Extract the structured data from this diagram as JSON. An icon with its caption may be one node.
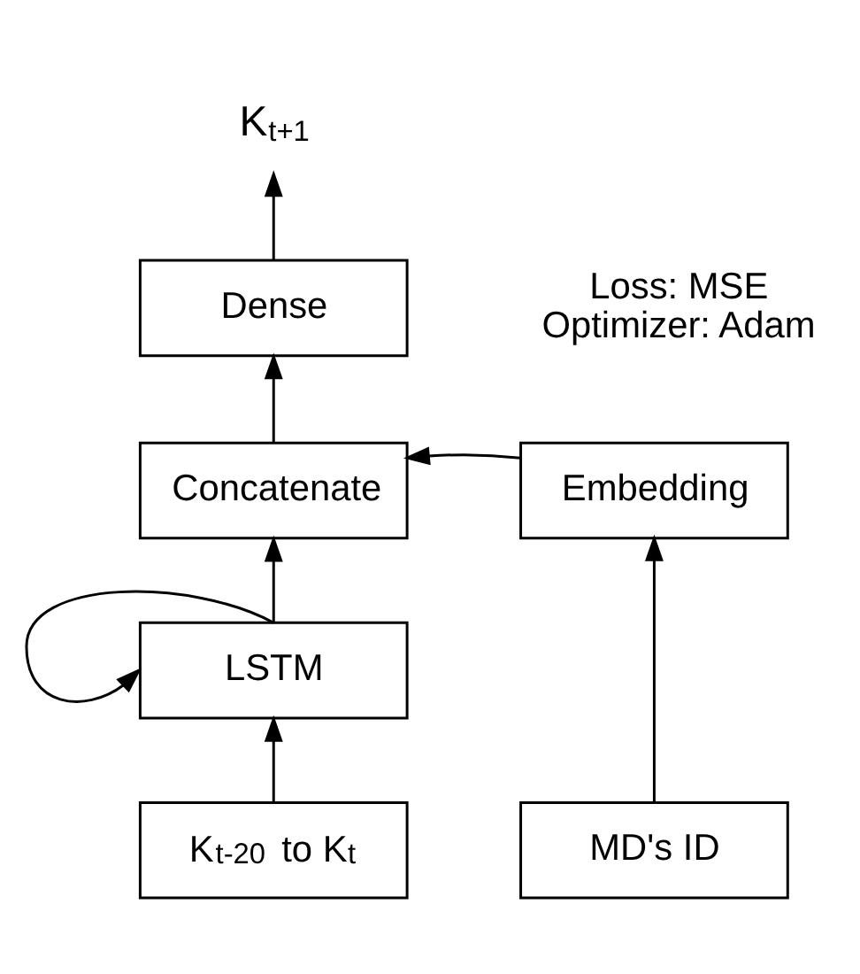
{
  "diagram": {
    "nodes": [
      {
        "text": [
          "Dense"
        ]
      },
      {
        "text": [
          "Concatenate"
        ]
      },
      {
        "text": [
          "Embedding"
        ]
      },
      {
        "text": [
          "LSTM"
        ]
      },
      {
        "text": [
          "K$_{t-20}$ to K$_{t}$"
        ]
      },
      {
        "text": [
          "MD's ID"
        ]
      },
      {
        "text": [
          "K$_{t+1}$"
        ]
      }
    ],
    "edges": [
      {
        "from": 4,
        "to": 3,
        "arrow": "to"
      },
      {
        "from": 3,
        "to": 3,
        "arrow": "to"
      },
      {
        "from": 3,
        "to": 1,
        "arrow": "to"
      },
      {
        "from": 2,
        "to": 1,
        "arrow": "to"
      },
      {
        "from": 5,
        "to": 2,
        "arrow": "to"
      },
      {
        "from": 1,
        "to": 0,
        "arrow": "to"
      },
      {
        "from": 0,
        "to": 6,
        "arrow": "to"
      }
    ],
    "labels": [
      "Loss: MSE",
      "Optimizer: Adam"
    ]
  }
}
